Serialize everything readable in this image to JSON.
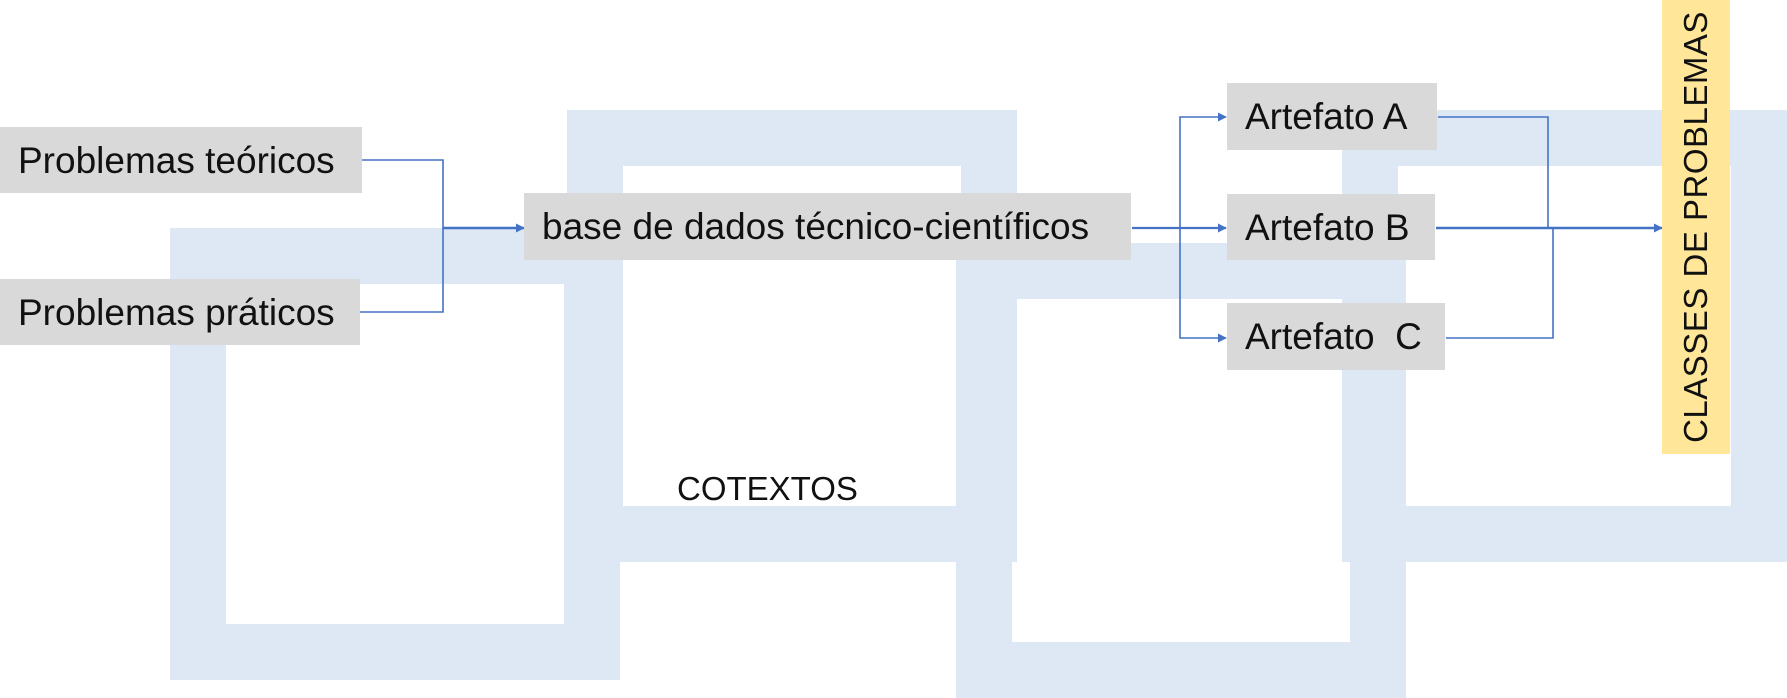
{
  "inputs": {
    "problemas_teoricos": "Problemas teóricos",
    "problemas_praticos": "Problemas práticos"
  },
  "base": "base de dados técnico-científicos",
  "artefatos": {
    "a": "Artefato A",
    "b": "Artefato B",
    "c": "Artefato  C"
  },
  "classes": "CLASSES DE PROBLEMAS",
  "contextos": "COTEXTOS",
  "colors": {
    "frame": "#dde8f4",
    "node": "#d9d9d9",
    "classes_bg": "#ffe699",
    "connector": "#4472c4"
  }
}
